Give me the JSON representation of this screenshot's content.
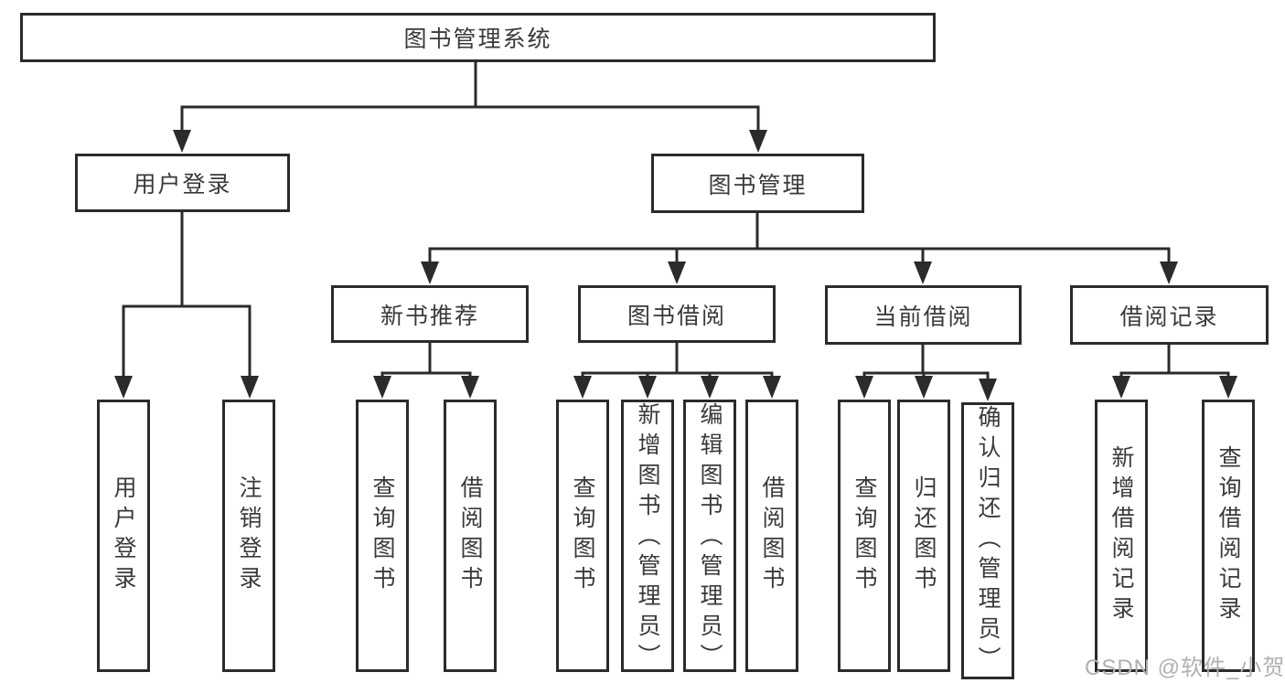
{
  "tree": {
    "root": "图书管理系统",
    "children": [
      {
        "label": "用户登录",
        "children": [
          "用户登录",
          "注销登录"
        ]
      },
      {
        "label": "图书管理",
        "children": [
          {
            "label": "新书推荐",
            "children": [
              "查询图书",
              "借阅图书"
            ]
          },
          {
            "label": "图书借阅",
            "children": [
              "查询图书",
              "新增图书（管理员）",
              "编辑图书（管理员）",
              "借阅图书"
            ]
          },
          {
            "label": "当前借阅",
            "children": [
              "查询图书",
              "归还图书",
              "确认归还（管理员）"
            ]
          },
          {
            "label": "借阅记录",
            "children": [
              "新增借阅记录",
              "查询借阅记录"
            ]
          }
        ]
      }
    ]
  },
  "watermark": {
    "text": "CSDN @软件_小贺同学"
  },
  "colors": {
    "line": "#2b2b2b",
    "box_border": "#2b2b2b",
    "text": "#3a3a3a",
    "background": "#ffffff",
    "watermark": "#b0b0b0"
  }
}
